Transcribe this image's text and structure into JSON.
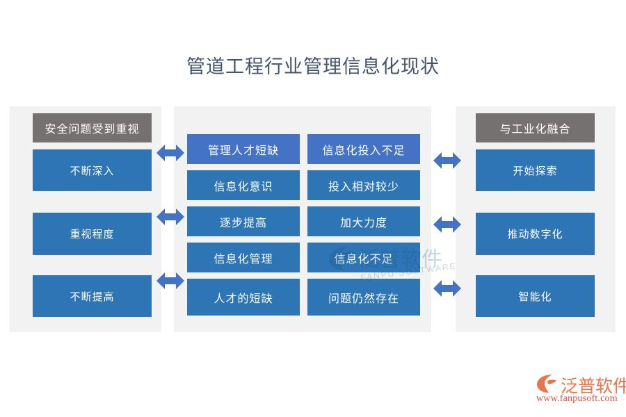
{
  "title": "管道工程行业管理信息化现状",
  "colors": {
    "title_text": "#44546a",
    "panel_bg": "#f2f2f2",
    "header_gray": "#767171",
    "box_blue": "#2e75b6",
    "accent_blue": "#4472c4",
    "arrow_blue": "#4472c4",
    "logo_orange": "#e8744a",
    "logo_red": "#d9503a"
  },
  "left_column": {
    "header": "安全问题受到重视",
    "boxes": [
      {
        "label": "不断深入"
      },
      {
        "label": "重视程度"
      },
      {
        "label": "不断提高"
      }
    ]
  },
  "right_column": {
    "header": "与工业化融合",
    "boxes": [
      {
        "label": "开始探索"
      },
      {
        "label": "推动数字化"
      },
      {
        "label": "智能化"
      }
    ]
  },
  "middle_grid": {
    "cells": [
      {
        "label": "管理人才短缺",
        "accent": true
      },
      {
        "label": "信息化投入不足",
        "accent": true
      },
      {
        "label": "信息化意识",
        "accent": false
      },
      {
        "label": "投入相对较少",
        "accent": false
      },
      {
        "label": "逐步提高",
        "accent": false
      },
      {
        "label": "加大力度",
        "accent": false
      },
      {
        "label": "信息化管理",
        "accent": false
      },
      {
        "label": "信息化不足",
        "accent": false
      },
      {
        "label": "人才的短缺",
        "accent": false
      },
      {
        "label": "问题仍然存在",
        "accent": false
      }
    ]
  },
  "arrows": {
    "left_icon": "double-arrow-horizontal-icon",
    "right_icon": "double-arrow-horizontal-icon",
    "count_left": 3,
    "count_right": 3
  },
  "watermark": {
    "text": "泛普软件",
    "subtext": "FANPU SOFTWARE"
  },
  "logo": {
    "name": "泛普软件",
    "url": "www.fanpusoft.com"
  }
}
